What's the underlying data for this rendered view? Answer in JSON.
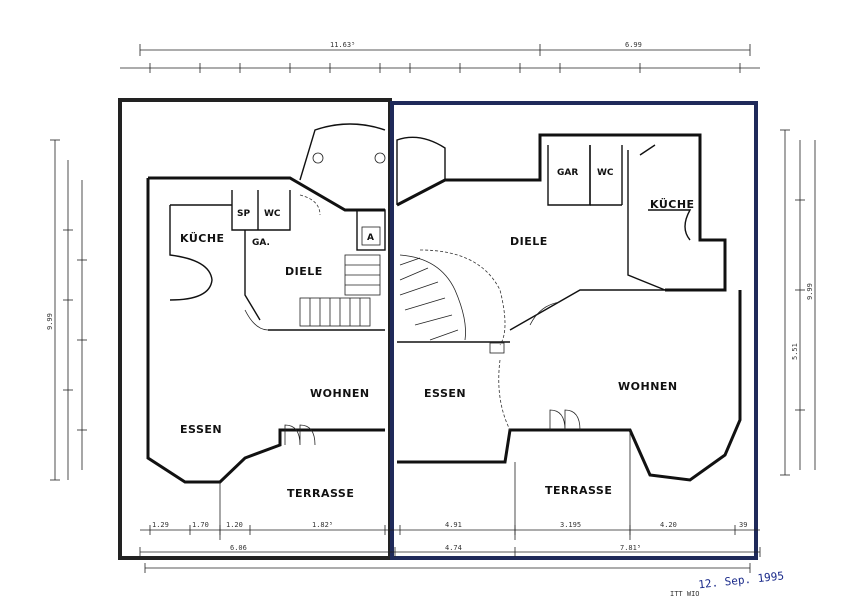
{
  "rooms_left": {
    "kueche": "KÜCHE",
    "sp": "SP",
    "wc": "WC",
    "ga": "GA.",
    "diele": "DIELE",
    "wohnen": "WOHNEN",
    "essen": "ESSEN",
    "terrasse": "TERRASSE",
    "a": "A"
  },
  "rooms_right": {
    "gar": "GAR",
    "wc": "WC",
    "kueche": "KÜCHE",
    "diele": "DIELE",
    "wohnen": "WOHNEN",
    "essen": "ESSEN",
    "terrasse": "TERRASSE"
  },
  "dimensions": {
    "top_overall_left": "11.63⁵",
    "top_overall_right": "6.99",
    "bottom_left": "1.29",
    "bottom_mid1": "1.70",
    "bottom_mid2": "1.20",
    "bottom_mid3": "1.82⁵",
    "bottom_r1": "4.91",
    "bottom_r2": "3.195",
    "bottom_r3": "4.20",
    "bottom_r4": "39",
    "bottom_total_left": "6.06",
    "bottom_total_mid": "4.74",
    "bottom_total_right": "7.81⁵",
    "left_overall": "9.99",
    "right_overall": "9.99",
    "right_sub": "5.51"
  },
  "stamp": {
    "date": "12. Sep. 1995",
    "mark": "ITT WIO"
  },
  "colors": {
    "left_frame": "#222222",
    "right_frame": "#1f2a5a",
    "ink": "#111111",
    "stamp": "#1a2a8a"
  }
}
